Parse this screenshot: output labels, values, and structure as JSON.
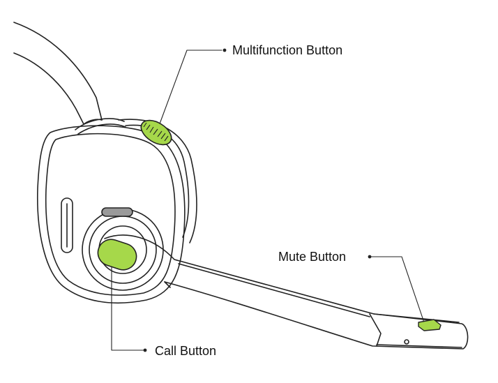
{
  "labels": {
    "multifunction": "Multifunction Button",
    "mute": "Mute Button",
    "call": "Call Button"
  },
  "colors": {
    "button_green": "#a6d84a",
    "outline": "#222222",
    "background": "#ffffff"
  }
}
